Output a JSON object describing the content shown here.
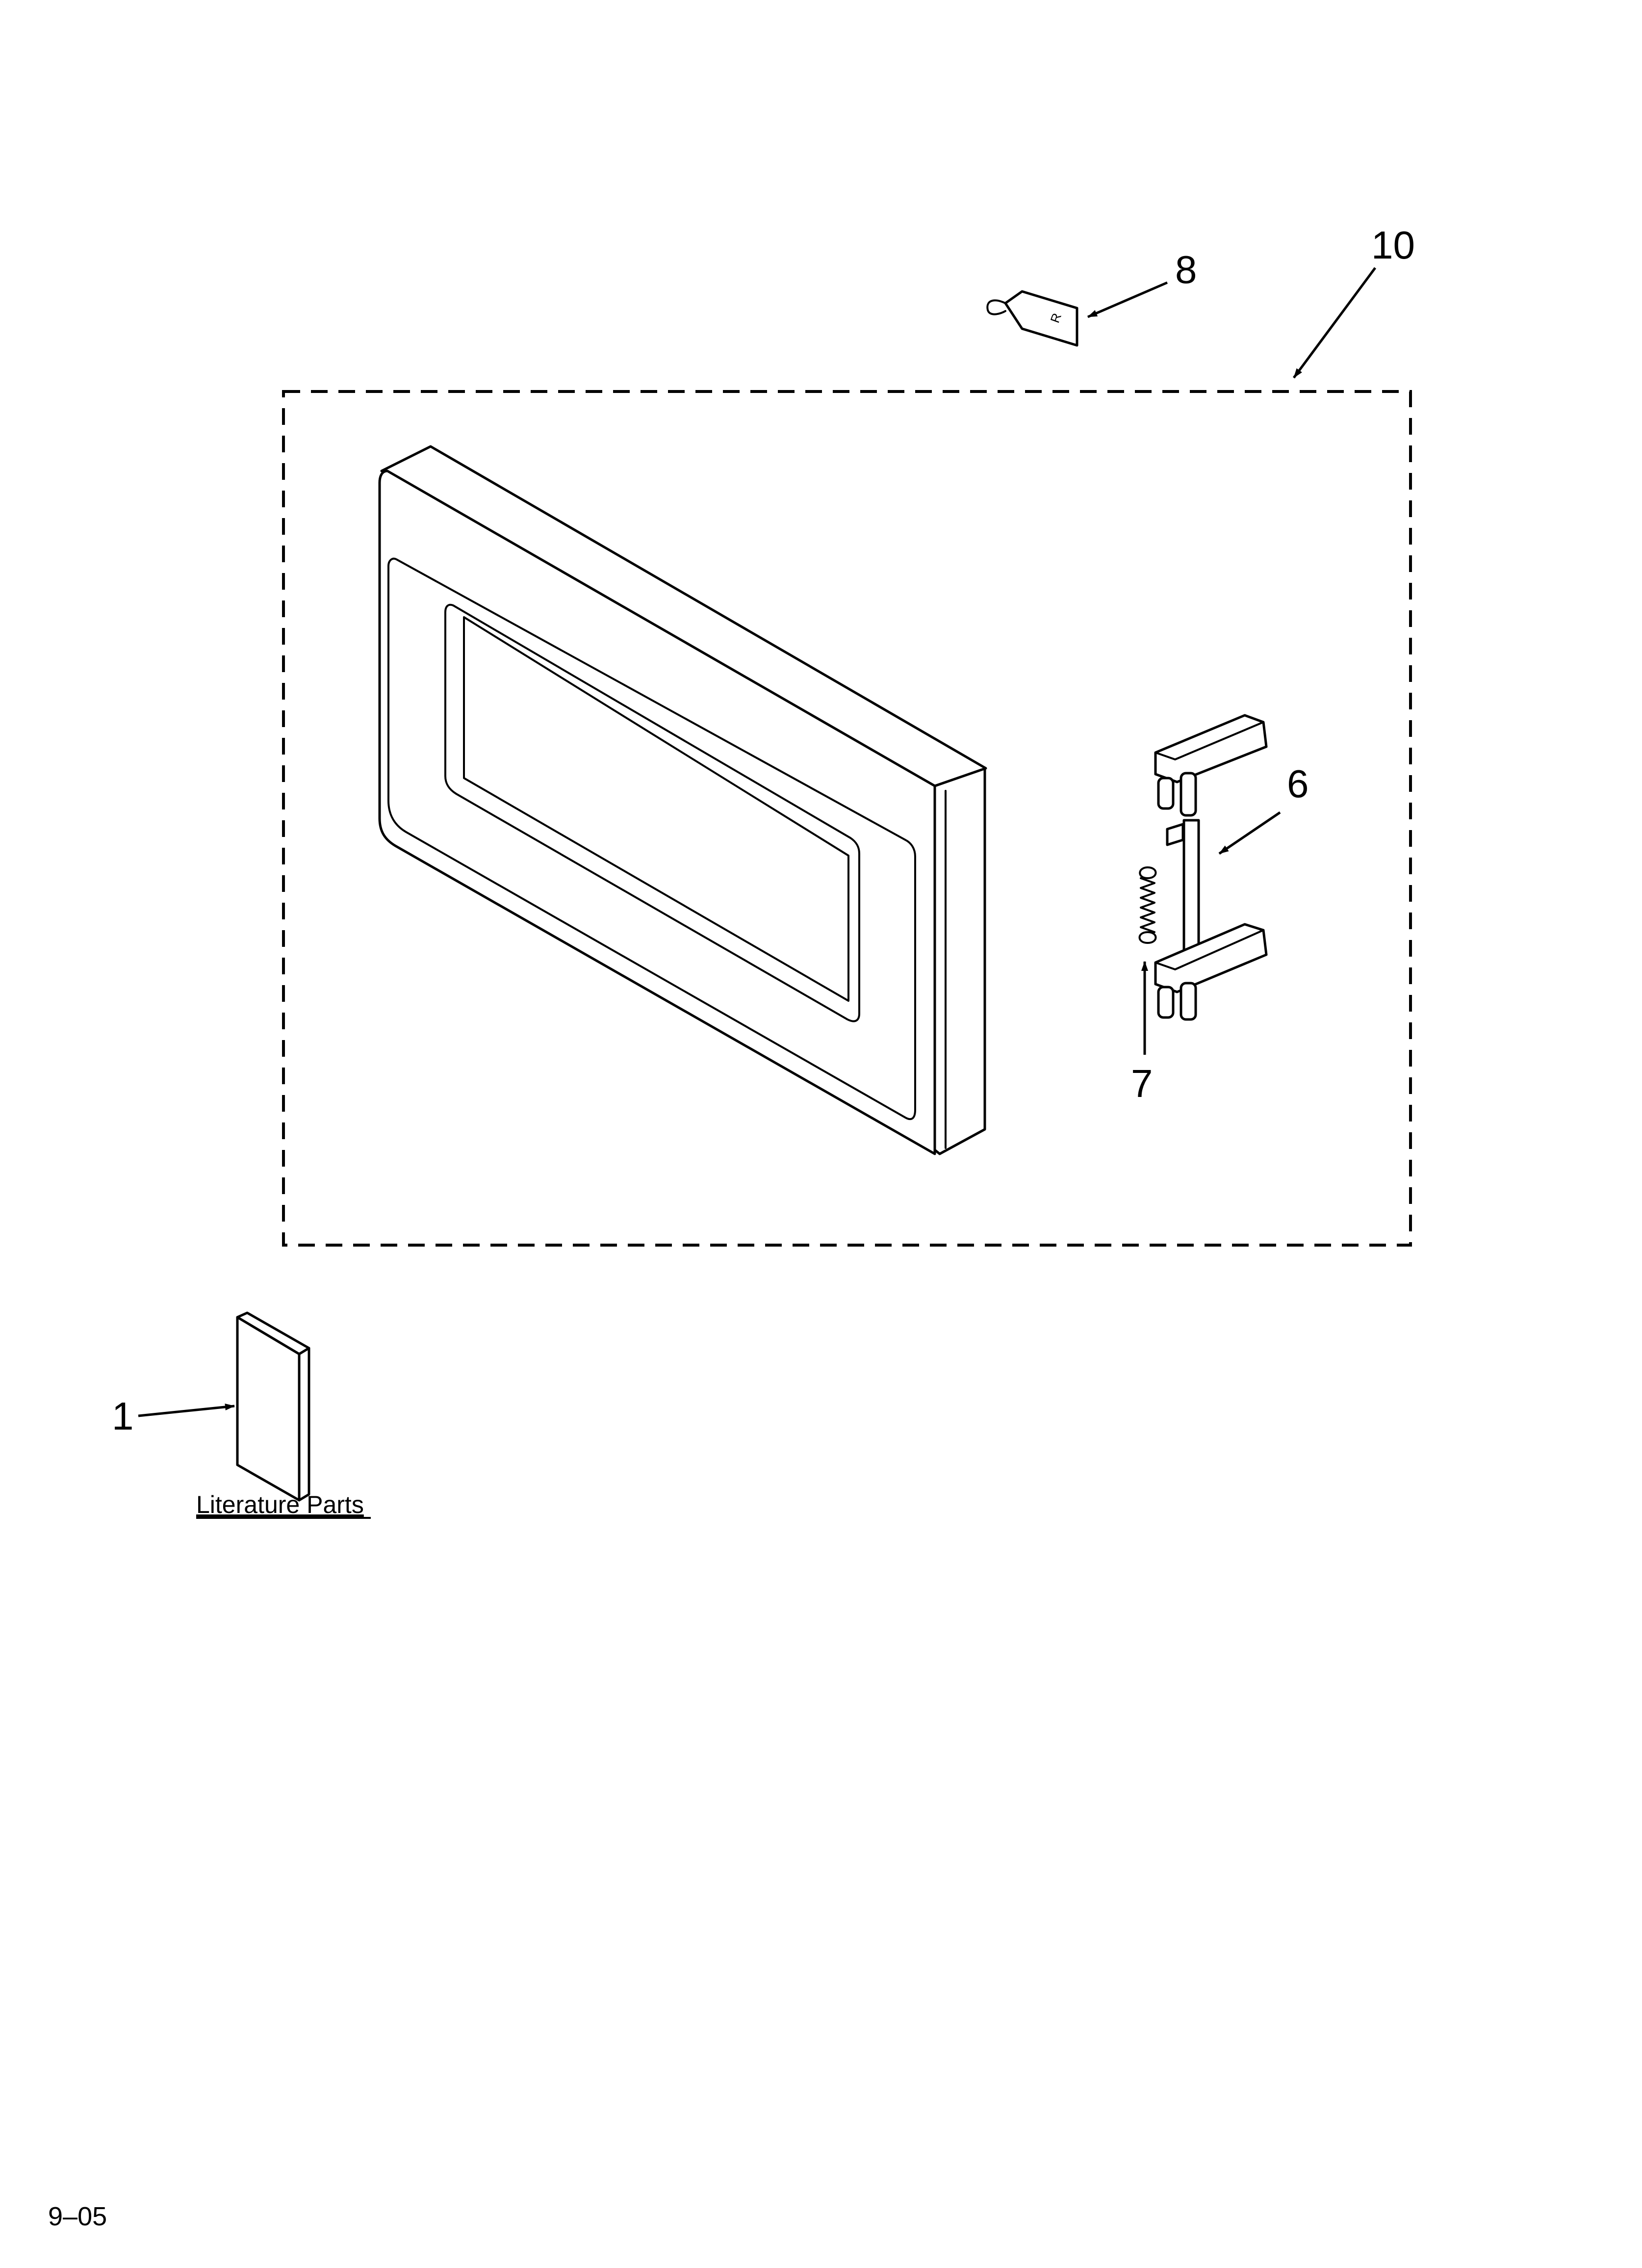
{
  "callouts": {
    "c1": "1",
    "c6": "6",
    "c7": "7",
    "c8": "8",
    "c10": "10"
  },
  "literature_caption": "Literature Parts",
  "page_code": "9–05"
}
